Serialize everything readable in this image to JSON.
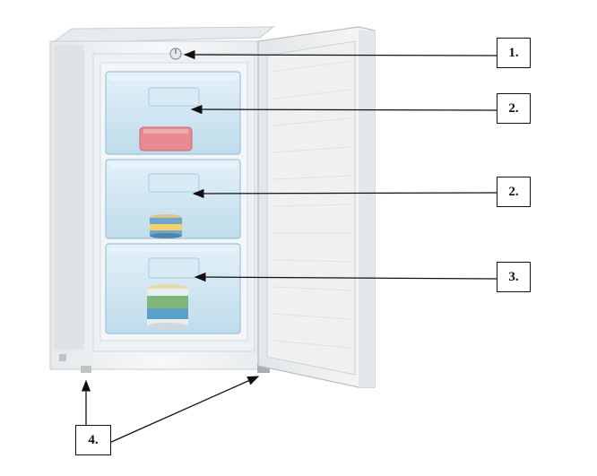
{
  "figure": {
    "callouts": [
      {
        "id": "c1",
        "label": "1."
      },
      {
        "id": "c2a",
        "label": "2."
      },
      {
        "id": "c2b",
        "label": "2."
      },
      {
        "id": "c3",
        "label": "3."
      },
      {
        "id": "c4",
        "label": "4."
      }
    ],
    "icons": {
      "appliance": "upright-freezer-illustration",
      "brick": "ice-pack-brick",
      "tub": "ice-cream-tub"
    },
    "colors": {
      "cabinet": "#f1f3f4",
      "drawer_tint": "#cfe6f3",
      "ice_pack": "#e88a92",
      "line": "#111111"
    }
  }
}
